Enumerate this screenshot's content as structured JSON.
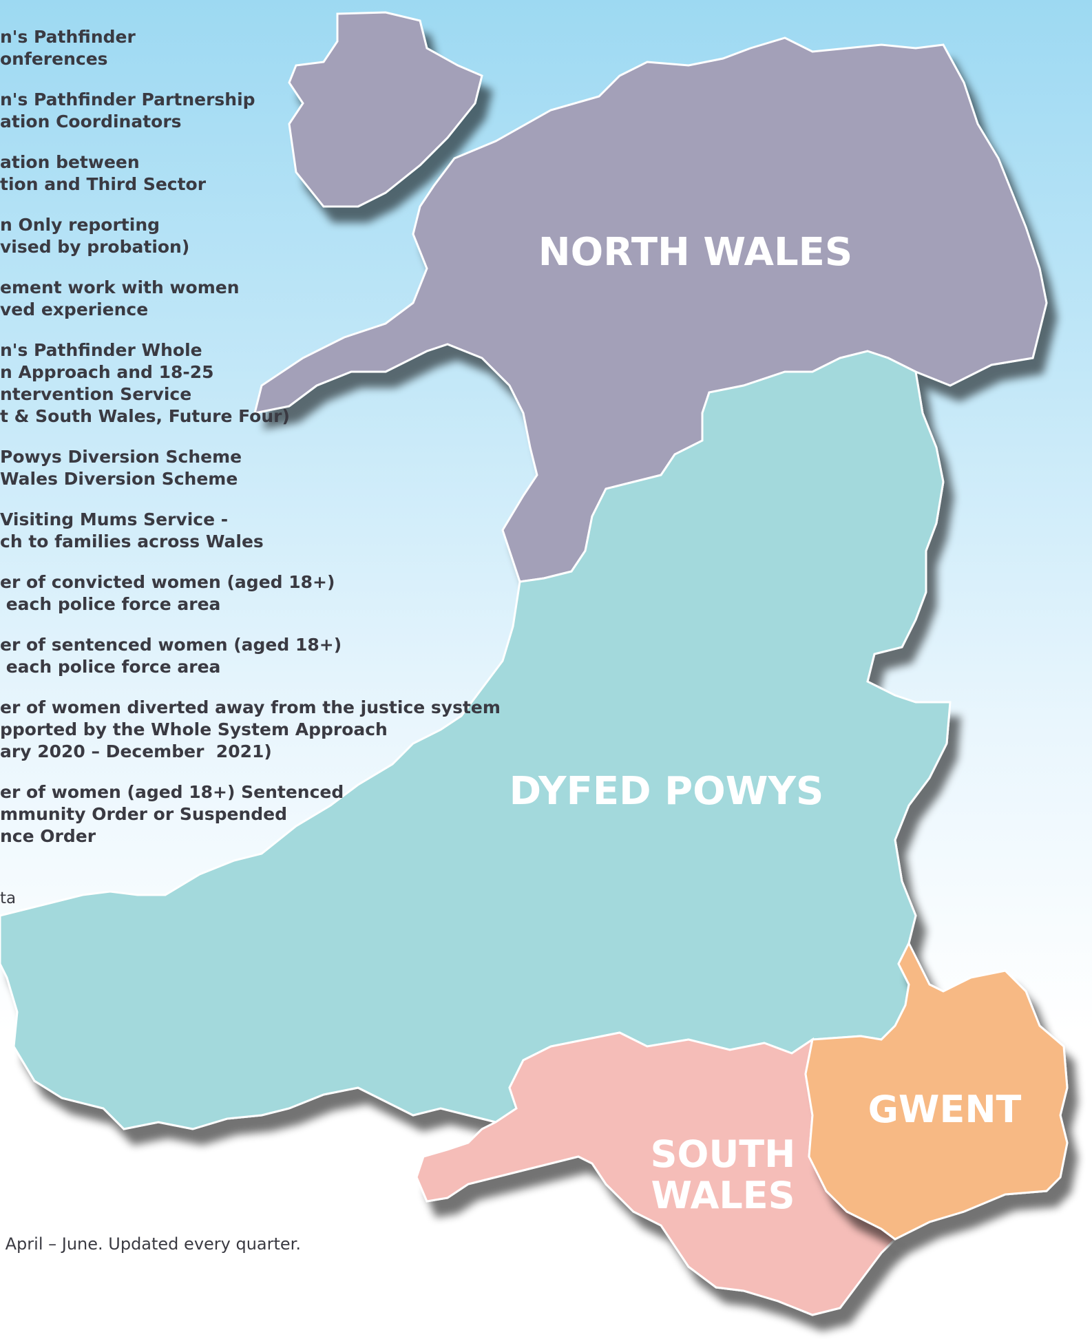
{
  "legend": {
    "items": [
      {
        "lines": [
          "n's Pathfinder",
          "onferences"
        ]
      },
      {
        "lines": [
          "n's Pathfinder Partnership",
          "ation Coordinators"
        ]
      },
      {
        "lines": [
          "ation between",
          "tion and Third Sector"
        ]
      },
      {
        "lines": [
          "n Only reporting",
          "vised by probation)"
        ]
      },
      {
        "lines": [
          "ement work with women",
          "ved experience"
        ]
      },
      {
        "lines": [
          "n's Pathfinder Whole",
          "n Approach and 18-25",
          "ntervention Service",
          "t & South Wales, Future Four)"
        ]
      },
      {
        "lines": [
          "Powys Diversion Scheme",
          "Wales Diversion Scheme"
        ]
      },
      {
        "lines": [
          "Visiting Mums Service -",
          "ch to families across Wales"
        ]
      },
      {
        "lines": [
          "er of convicted women (aged 18+)",
          " each police force area"
        ]
      },
      {
        "lines": [
          "er of sentenced women (aged 18+)",
          " each police force area"
        ]
      },
      {
        "lines": [
          "er of women diverted away from the justice system",
          "pported by the Whole System Approach",
          "ary 2020 – December  2021)"
        ]
      },
      {
        "lines": [
          "er of women (aged 18+) Sentenced",
          "mmunity Order or Suspended",
          "nce Order"
        ]
      }
    ],
    "source_fragment": "ta",
    "footnote": " April – June. Updated every quarter."
  },
  "regions": {
    "north_wales": {
      "label": "NORTH WALES",
      "color": "#a3a0b8"
    },
    "dyfed_powys": {
      "label": "DYFED POWYS",
      "color": "#a3d9dc"
    },
    "south_wales": {
      "label_line1": "SOUTH",
      "label_line2": "WALES",
      "color": "#f5bdb8"
    },
    "gwent": {
      "label": "GWENT",
      "color": "#f7b984"
    }
  },
  "colors": {
    "sky_top": "#9dd9f2",
    "text": "#3a3a42",
    "label": "#ffffff",
    "border": "#ffffff"
  }
}
